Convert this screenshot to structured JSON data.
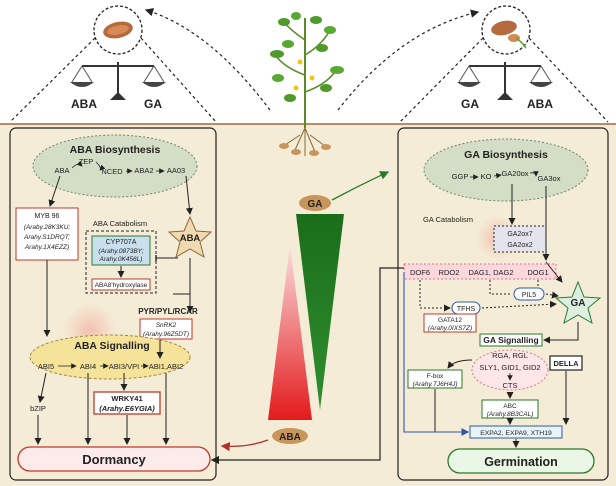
{
  "scale_left": {
    "left_label": "ABA",
    "right_label": "GA"
  },
  "scale_right": {
    "left_label": "GA",
    "right_label": "ABA"
  },
  "center": {
    "top_label": "GA",
    "bottom_label": "ABA"
  },
  "left_panel": {
    "aba_biosynthesis": {
      "title": "ABA Biosynthesis",
      "steps": [
        "ABA",
        "ZEP",
        "NCED",
        "ABA2",
        "AA03"
      ]
    },
    "myb96": {
      "title": "MYB 96",
      "genes": [
        "(Araby.28K3KU;",
        "Arahy.S1DRQT;",
        "Arahy.1X4EZZ)"
      ]
    },
    "aba_catabolism": {
      "title": "ABA Catabolism",
      "cyp_title": "CYP707A",
      "cyp_genes": [
        "(Arahy.0873BY;",
        "Arahy.0K456L)"
      ],
      "hydroxylase": "ABA8'hydroxylase"
    },
    "aba_star": "ABA",
    "receptor": "PYR/PYL/RCAR",
    "snrk2": {
      "title": "SnRK2",
      "gene": "(Arahy.96Z5DT)"
    },
    "aba_signalling": {
      "title": "ABA Signalling",
      "items": [
        "ABI5",
        "ABI4",
        "ABI3/VPI",
        "ABI1,ABI2"
      ]
    },
    "wrky41": {
      "title": "WRKY41",
      "gene": "(Arahy.E6YGIA)"
    },
    "bzip": "bZIP",
    "dormancy": "Dormancy"
  },
  "right_panel": {
    "ga_biosynthesis": {
      "title": "GA Biosynthesis",
      "steps": [
        "GGP",
        "KO",
        "GA20ox",
        "GA3ox"
      ]
    },
    "ga_catabolism": "GA Catabolism",
    "ga2ox": [
      "GA2ox7",
      "GA2ox2"
    ],
    "dof_row": [
      "DOF6",
      "RDO2",
      "DAG1, DAG2",
      "DOG1"
    ],
    "pil5": "PIL5",
    "tfhs": "TFHS",
    "ga_star": "GA",
    "gata12": {
      "title": "GATA12",
      "gene": "(Arahy.0IXS7Z)"
    },
    "ga_signalling": {
      "title": "GA Signalling",
      "items": [
        "RGA, RGL",
        "SLY1, GID1, GID2",
        "CTS"
      ]
    },
    "della": "DELLA",
    "fbox": {
      "title": "F-box",
      "gene": "(Arahy.TJ6H4J)"
    },
    "abc": {
      "title": "ABC",
      "gene": "(Arahy.8B3CAL)"
    },
    "expa": "EXPA2, EXPA9, XTH19",
    "germination": "Germination"
  },
  "colors": {
    "soil": "#f4ecd6",
    "soil_line": "#9b6b3c",
    "aba_red": "#e31a1c",
    "ga_green": "#1f7a1f",
    "oval_fill": "#d4ddc6",
    "signal_fill": "#f6e39a"
  }
}
